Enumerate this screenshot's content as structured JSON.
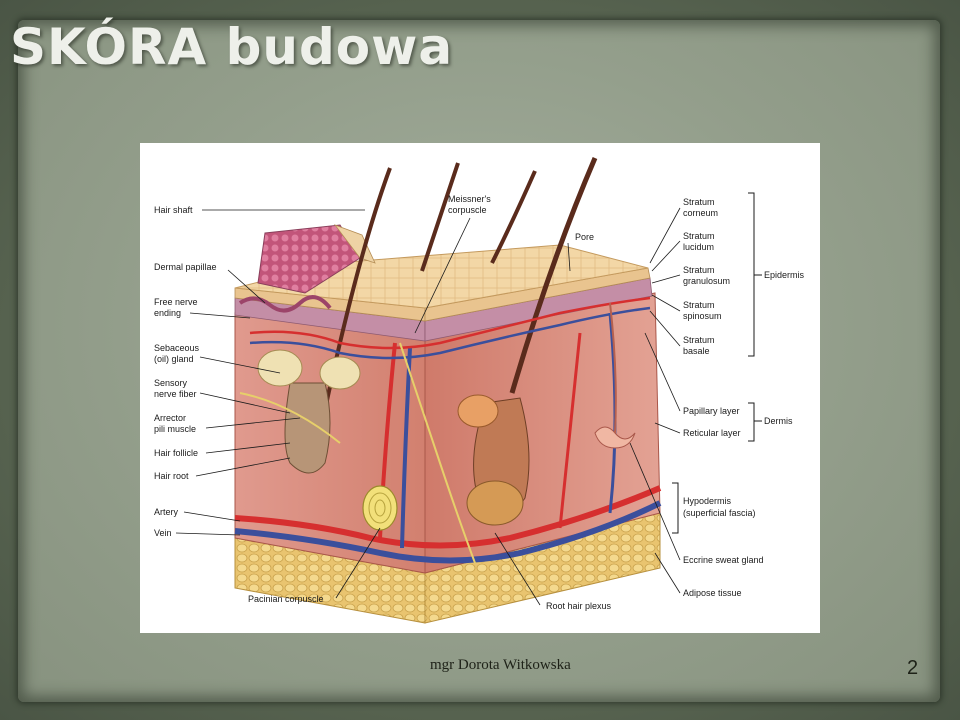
{
  "slide": {
    "title": "SKÓRA budowa",
    "author": "mgr Dorota Witkowska",
    "page_number": "2"
  },
  "figure": {
    "labels_left": {
      "hair_shaft": "Hair shaft",
      "dermal_papillae": "Dermal papillae",
      "free_nerve_ending_1": "Free nerve",
      "free_nerve_ending_2": "ending",
      "sebaceous_1": "Sebaceous",
      "sebaceous_2": "(oil) gland",
      "sensory_1": "Sensory",
      "sensory_2": "nerve fiber",
      "arrector_1": "Arrector",
      "arrector_2": "pili muscle",
      "hair_follicle": "Hair follicle",
      "hair_root": "Hair root",
      "artery": "Artery",
      "vein": "Vein",
      "pacinian": "Pacinian corpuscle"
    },
    "labels_top": {
      "meissner_1": "Meissner's",
      "meissner_2": "corpuscle",
      "pore": "Pore"
    },
    "labels_right": {
      "stratum_corneum_1": "Stratum",
      "stratum_corneum_2": "corneum",
      "stratum_lucidum_1": "Stratum",
      "stratum_lucidum_2": "lucidum",
      "stratum_granulosum_1": "Stratum",
      "stratum_granulosum_2": "granulosum",
      "stratum_spinosum_1": "Stratum",
      "stratum_spinosum_2": "spinosum",
      "stratum_basale_1": "Stratum",
      "stratum_basale_2": "basale",
      "epidermis": "Epidermis",
      "papillary_layer": "Papillary layer",
      "reticular_layer": "Reticular layer",
      "dermis": "Dermis",
      "hypodermis_1": "Hypodermis",
      "hypodermis_2": "(superficial fascia)",
      "eccrine": "Eccrine sweat gland",
      "adipose": "Adipose tissue"
    },
    "labels_bottom": {
      "root_hair_plexus": "Root hair plexus"
    }
  }
}
